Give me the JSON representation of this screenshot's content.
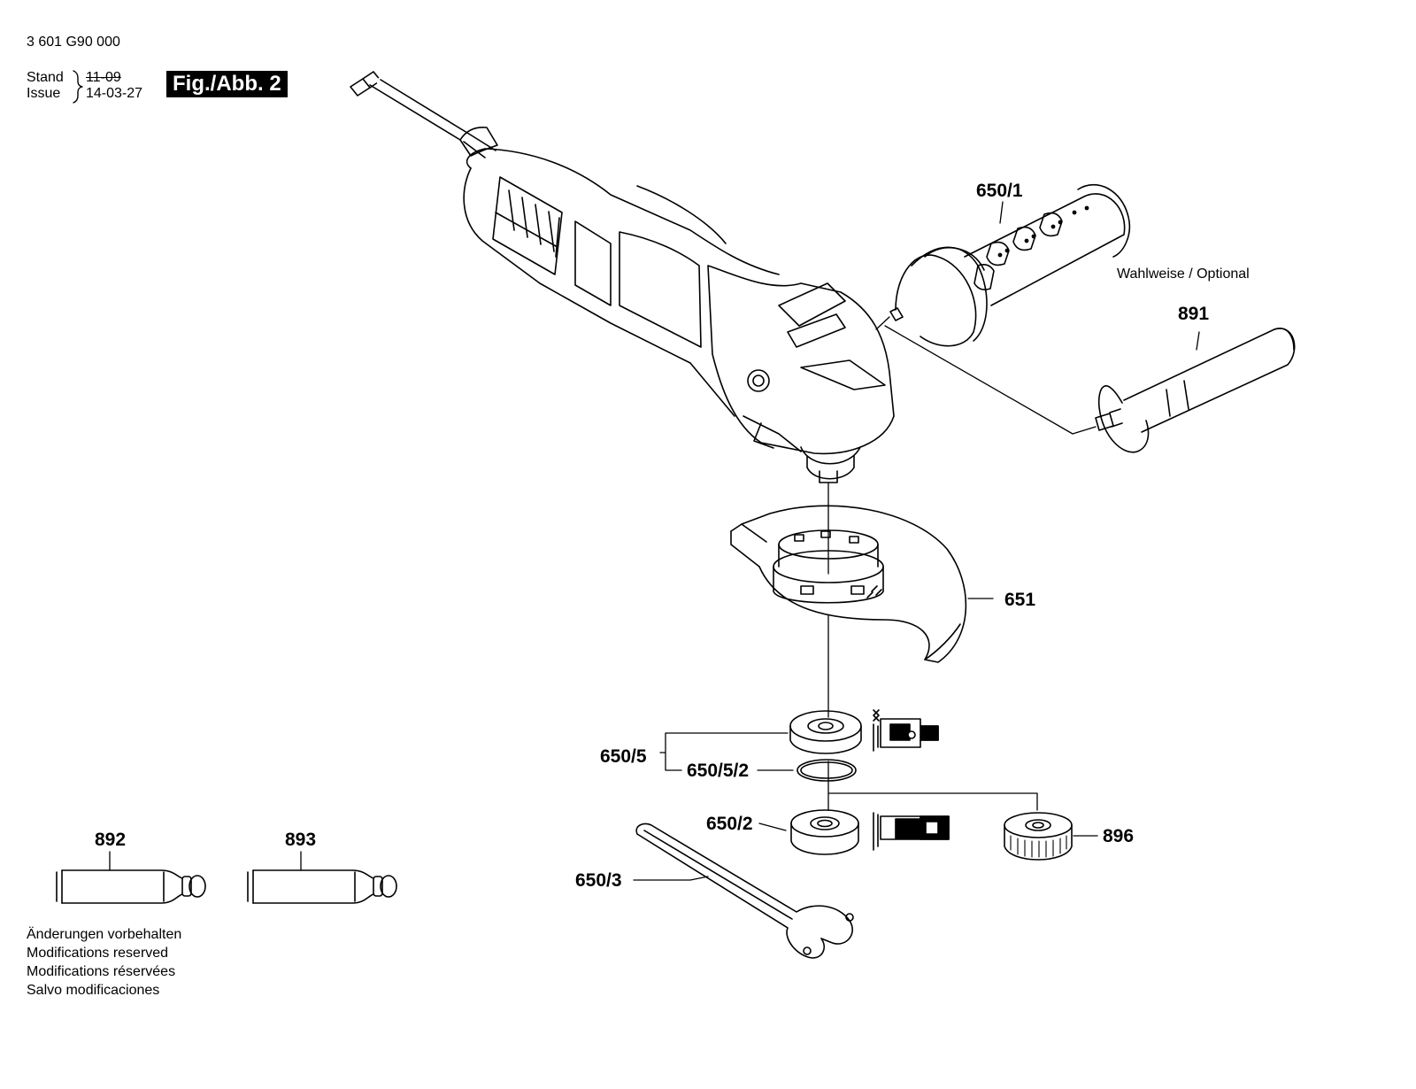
{
  "header": {
    "doc_number": "3 601 G90 000",
    "stand_label": "Stand",
    "issue_label": "Issue",
    "stand_value": "11-09",
    "issue_value": "14-03-27",
    "figure_badge": "Fig./Abb. 2"
  },
  "optional_note": "Wahlweise / Optional",
  "parts": {
    "p650_1": "650/1",
    "p891": "891",
    "p651": "651",
    "p650_5": "650/5",
    "p650_5_2": "650/5/2",
    "p650_2": "650/2",
    "p896": "896",
    "p650_3": "650/3",
    "p892": "892",
    "p893": "893"
  },
  "footer_notes": [
    "Änderungen vorbehalten",
    "Modifications reserved",
    "Modifications réservées",
    "Salvo modificaciones"
  ],
  "icons": {
    "grinder": "angle-grinder-icon",
    "handle": "side-handle-icon",
    "guard": "protective-guard-icon",
    "flange": "mounting-flange-icon",
    "nut": "clamping-nut-icon",
    "spanner": "two-pin-spanner-icon",
    "tube": "grease-tube-icon"
  }
}
